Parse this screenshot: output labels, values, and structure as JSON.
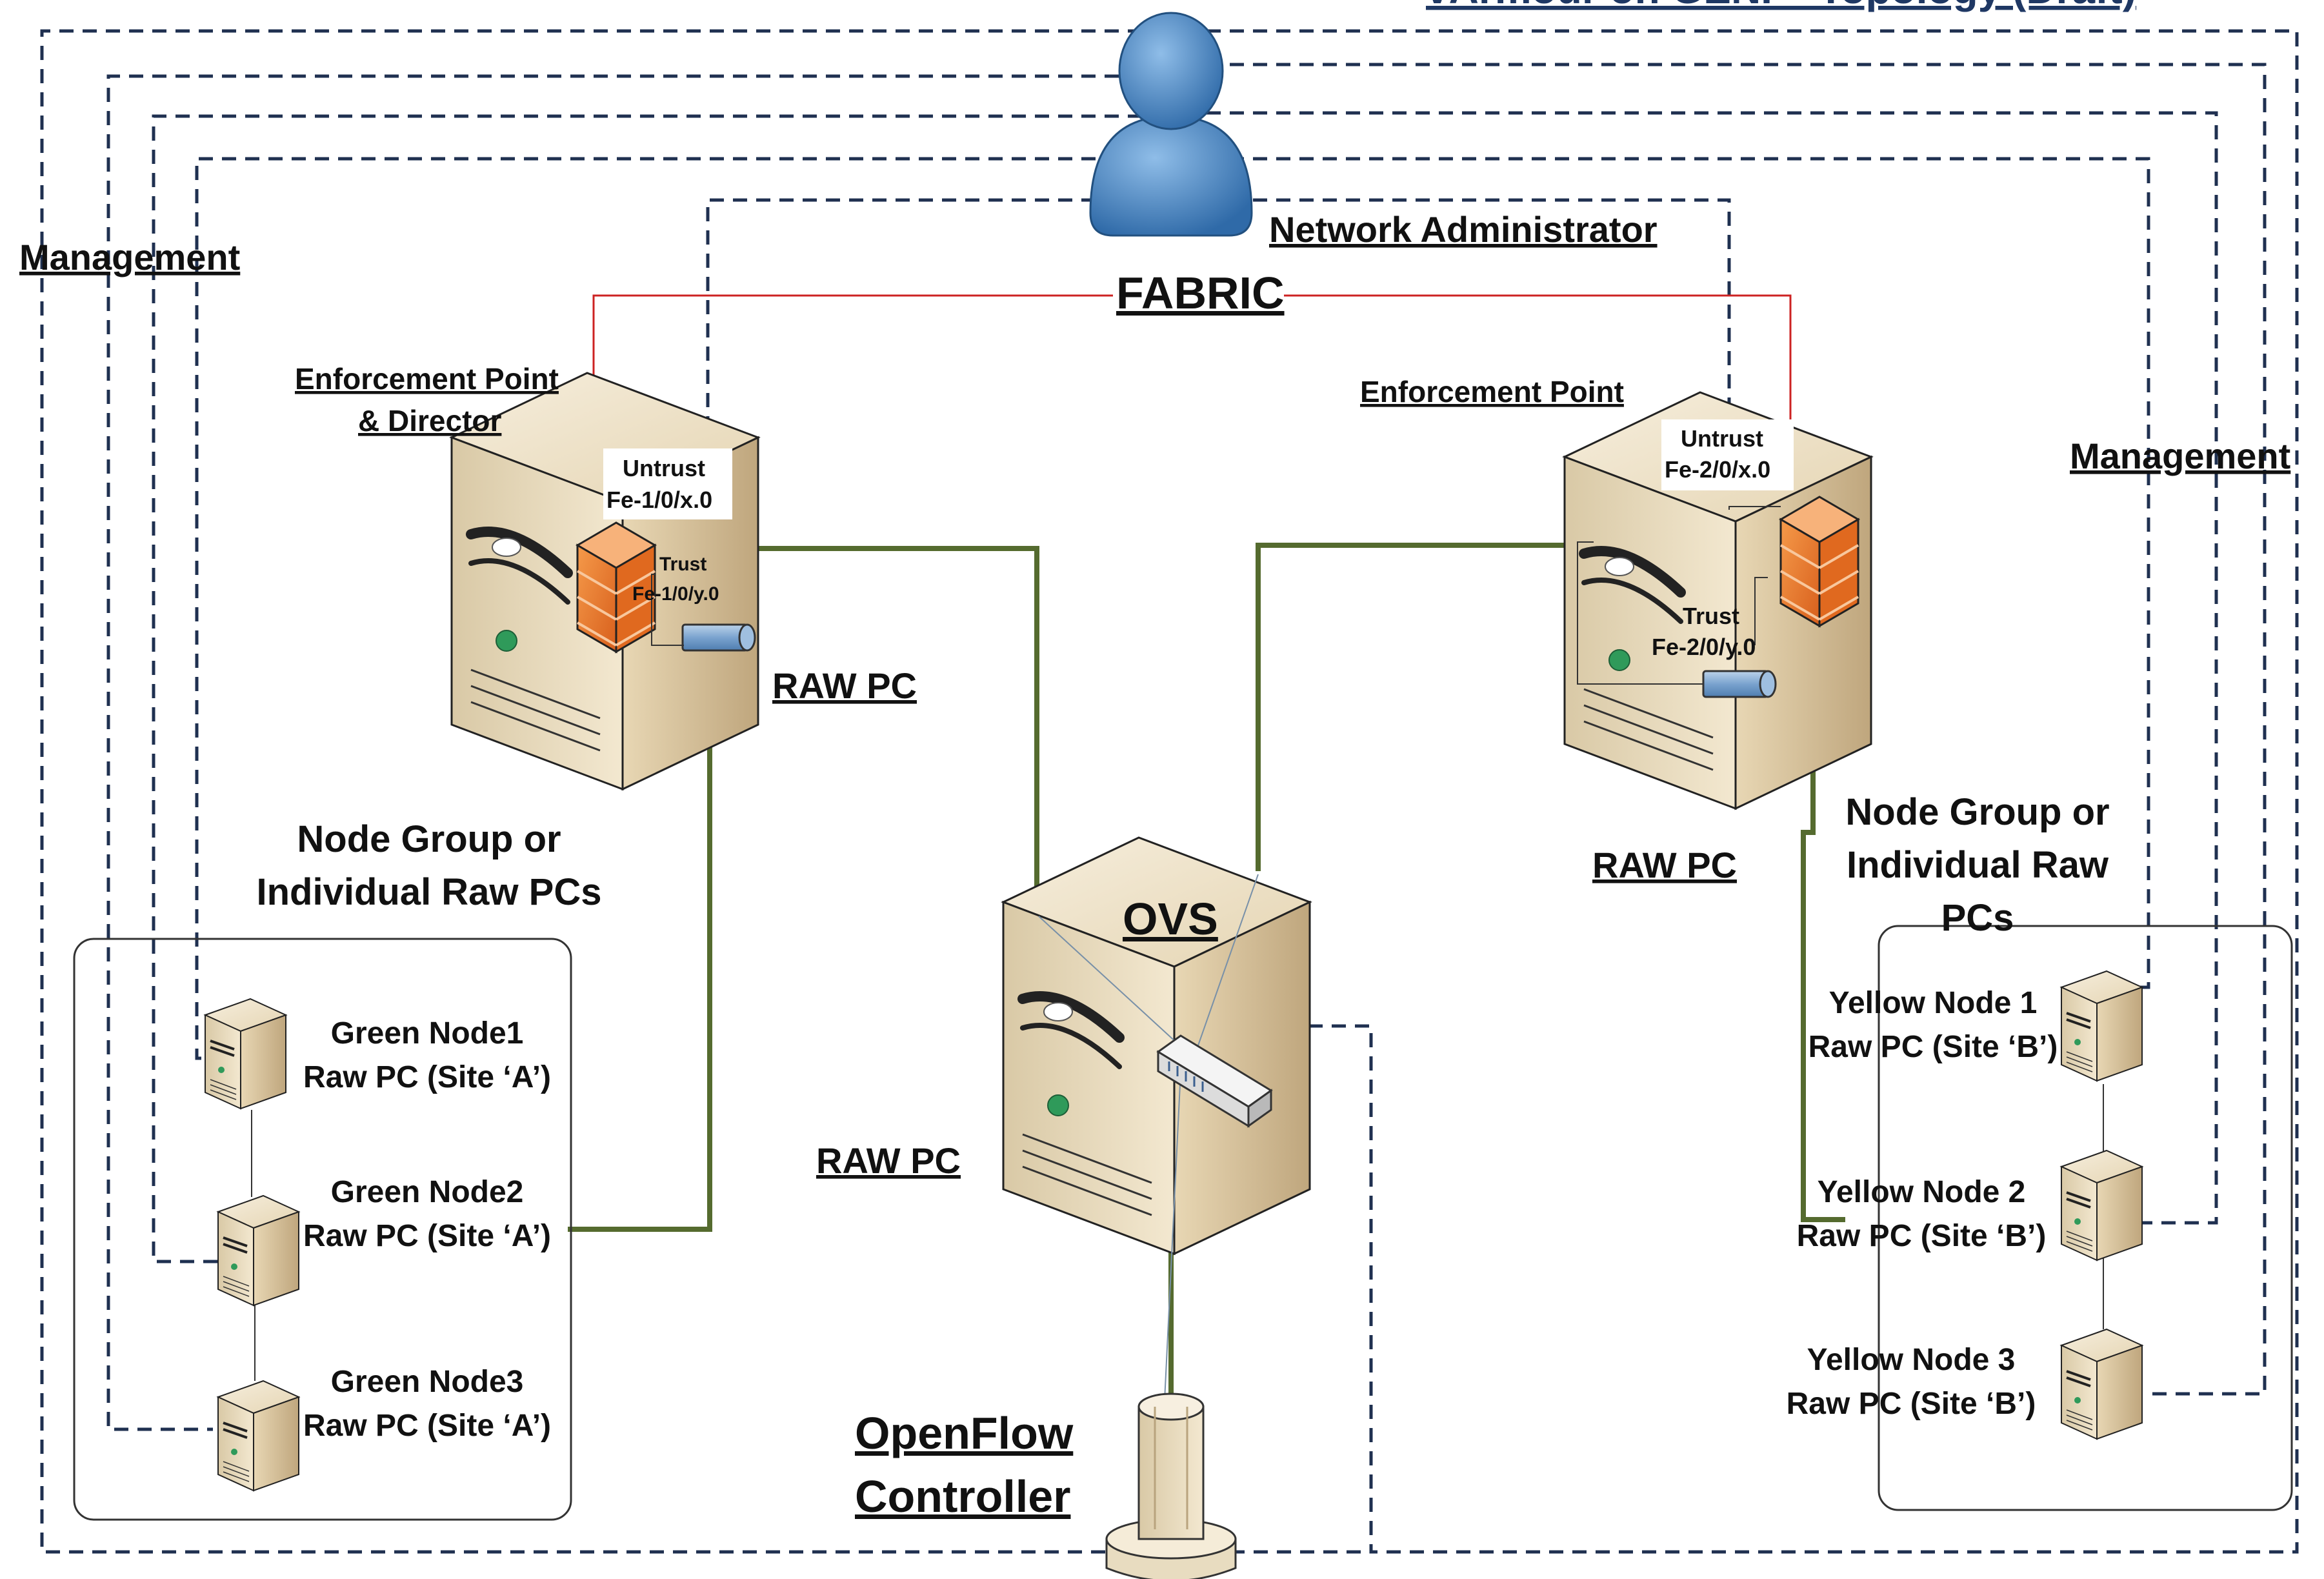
{
  "title": "vArmour on GENI – Topology (Draft)",
  "labels": {
    "management_left": "Management",
    "management_right": "Management",
    "network_admin": "Network Administrator",
    "fabric": "FABRIC",
    "ep_director_line1": "Enforcement Point",
    "ep_director_line2": "& Director",
    "ep_right": "Enforcement Point",
    "untrust_left": "Untrust",
    "untrust_left_if": "Fe-1/0/x.0",
    "trust_left": "Trust",
    "trust_left_if": "Fe-1/0/y.0",
    "untrust_right": "Untrust",
    "untrust_right_if": "Fe-2/0/x.0",
    "trust_right": "Trust",
    "trust_right_if": "Fe-2/0/y.0",
    "raw_pc_left": "RAW PC",
    "raw_pc_right": "RAW PC",
    "raw_pc_ovs": "RAW PC",
    "ovs": "OVS",
    "openflow_line1": "OpenFlow",
    "openflow_line2": "Controller",
    "node_group_left_line1": "Node Group or",
    "node_group_left_line2": "Individual Raw PCs",
    "node_group_right_line1": "Node Group or",
    "node_group_right_line2": "Individual Raw",
    "node_group_right_line3": "PCs"
  },
  "nodes_left": [
    {
      "name": "Green Node1",
      "desc": "Raw PC (Site ‘A’)"
    },
    {
      "name": "Green Node2",
      "desc": "Raw PC (Site ‘A’)"
    },
    {
      "name": "Green Node3",
      "desc": "Raw PC (Site ‘A’)"
    }
  ],
  "nodes_right": [
    {
      "name": "Yellow Node 1",
      "desc": "Raw PC (Site ‘B’)"
    },
    {
      "name": "Yellow Node 2",
      "desc": "Raw PC (Site ‘B’)"
    },
    {
      "name": "Yellow Node 3",
      "desc": "Raw PC (Site ‘B’)"
    }
  ],
  "colors": {
    "management_line": "#1f3050",
    "fabric_line": "#cc2222",
    "data_line": "#556b2f",
    "server_body": "#e6d6b6",
    "firewall": "#e8742a",
    "person": "#4a86c5",
    "title": "#1f3864"
  }
}
